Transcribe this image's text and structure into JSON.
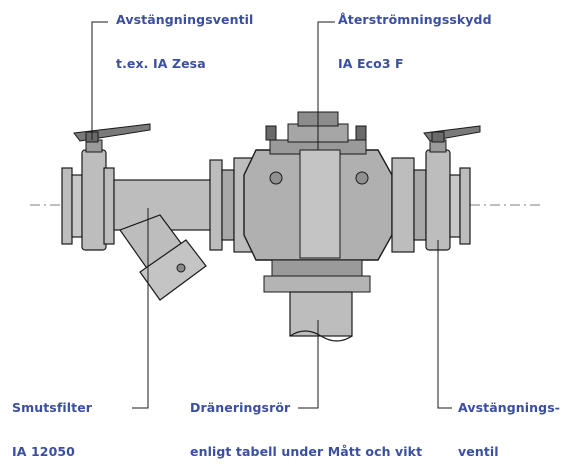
{
  "labels": {
    "valve_top_left": {
      "title": "Avstängningsventil",
      "subtitle": "t.ex. IA Zesa"
    },
    "backflow_preventer": {
      "title": "Återströmningsskydd",
      "subtitle": "IA Eco3 F"
    },
    "strainer": {
      "title": "Smutsfilter",
      "subtitle": "IA 12050"
    },
    "drain_pipe": {
      "title": "Dräneringsrör",
      "subtitle": "enligt tabell under Mått och vikt"
    },
    "valve_bottom_right": {
      "title": "Avstängnings-",
      "subtitle": "ventil"
    }
  },
  "colors": {
    "label_text": "#3a4fa0",
    "metal": "#bdbdbd",
    "metal_dark": "#8a8a8a",
    "outline": "#1a1a1a"
  }
}
